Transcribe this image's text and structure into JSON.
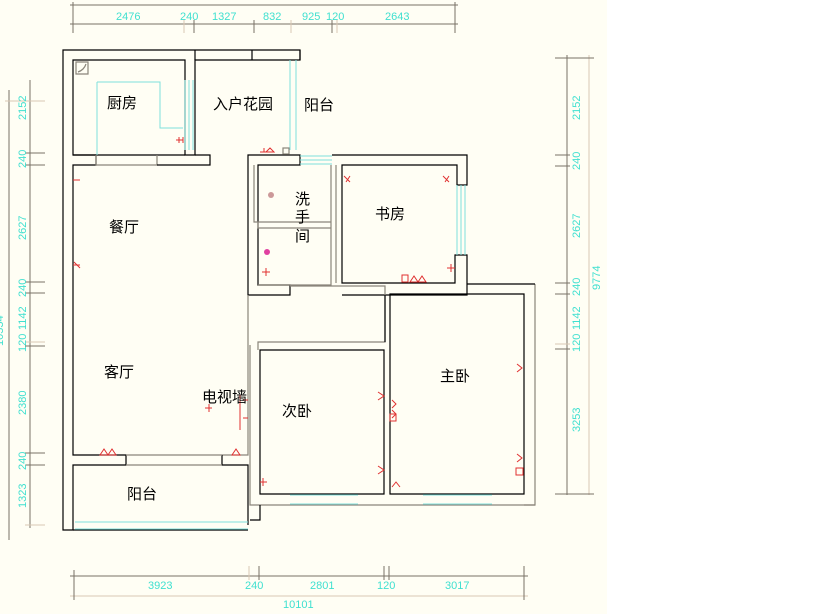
{
  "plan": {
    "rooms": {
      "kitchen": "厨房",
      "entry_garden": "入户花园",
      "balcony_top": "阳台",
      "washroom": [
        "洗",
        "手",
        "间"
      ],
      "study": "书房",
      "dining": "餐厅",
      "living": "客厅",
      "tv_wall": "电视墙",
      "second_bedroom": "次卧",
      "master_bedroom": "主卧",
      "balcony_bottom": "阳台"
    },
    "dims_top": [
      "2476",
      "240",
      "1327",
      "832",
      "925",
      "120",
      "2643"
    ],
    "dims_bottom": [
      "3923",
      "240",
      "2801",
      "120",
      "3017"
    ],
    "dims_bottom_total": "10101",
    "dims_left": [
      "2152",
      "240",
      "2627",
      "240",
      "1142",
      "120",
      "2380",
      "240",
      "1323"
    ],
    "dims_left_total_partial": "10554",
    "dims_right": [
      "2152",
      "240",
      "2627",
      "240",
      "1142",
      "120",
      "3253"
    ],
    "dims_right_total": "9774"
  },
  "colors": {
    "background": "#fffef4",
    "dimension_text": "#40e0d0",
    "wall": "#000000",
    "window": "#7fe0dc",
    "electrical_symbol": "#e03030"
  }
}
